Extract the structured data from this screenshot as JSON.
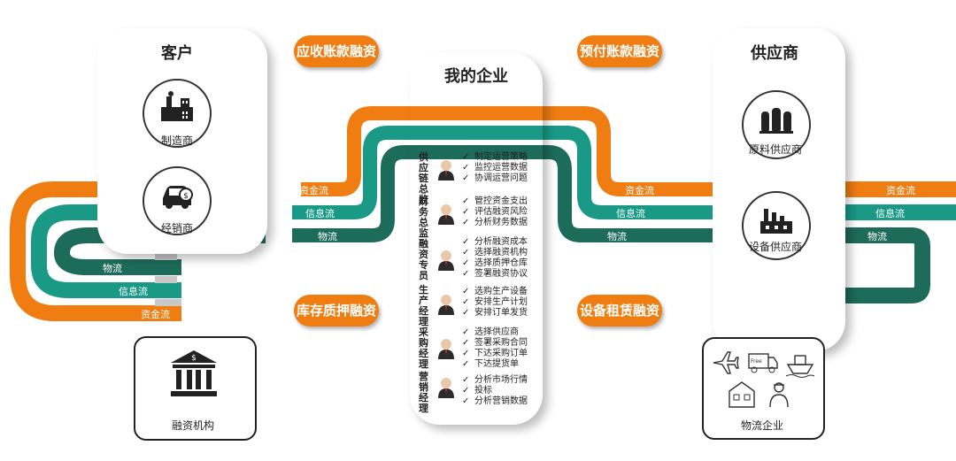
{
  "customer": {
    "title": "客户",
    "items": [
      "制造商",
      "经销商"
    ]
  },
  "enterprise": {
    "title": "我的企业",
    "roles": [
      {
        "title": "供应链总监",
        "tasks": [
          "制定运营策略",
          "监控运营数据",
          "协调运营问题"
        ]
      },
      {
        "title": "财务总监",
        "tasks": [
          "管控资金支出",
          "评估融资风险",
          "分析财务数据"
        ]
      },
      {
        "title": "融资专员",
        "tasks": [
          "分析融资成本",
          "选择融资机构",
          "选择质押仓库",
          "签署融资协议"
        ]
      },
      {
        "title": "生产经理",
        "tasks": [
          "选购生产设备",
          "安排生产计划",
          "安排订单发货"
        ]
      },
      {
        "title": "采购经理",
        "tasks": [
          "选择供应商",
          "签署采购合同",
          "下达采购订单",
          "下达提货单"
        ]
      },
      {
        "title": "营销经理",
        "tasks": [
          "分析市场行情",
          "投标",
          "分析营销数据"
        ]
      }
    ]
  },
  "supplier": {
    "title": "供应商",
    "items": [
      "原料供应商",
      "设备供应商"
    ]
  },
  "financing_pills": {
    "receivables": "应收账款融资",
    "prepayment": "预付账款融资",
    "inventory": "库存质押融资",
    "equipment": "设备租赁融资"
  },
  "flows": {
    "capital": "资金流",
    "information": "信息流",
    "logistics": "物流"
  },
  "bank": {
    "label": "融资机构",
    "icon": "bank-icon"
  },
  "logistics_company": {
    "label": "物流企业",
    "free_tag": "Free",
    "icons": [
      "airplane-icon",
      "delivery-truck-icon",
      "cargo-ship-icon",
      "warehouse-icon",
      "courier-icon"
    ]
  },
  "colors": {
    "orange": "#ef7d12",
    "teal": "#1a9a86",
    "dark_green": "#1d6b5a",
    "gray": "#c8c8c8"
  }
}
